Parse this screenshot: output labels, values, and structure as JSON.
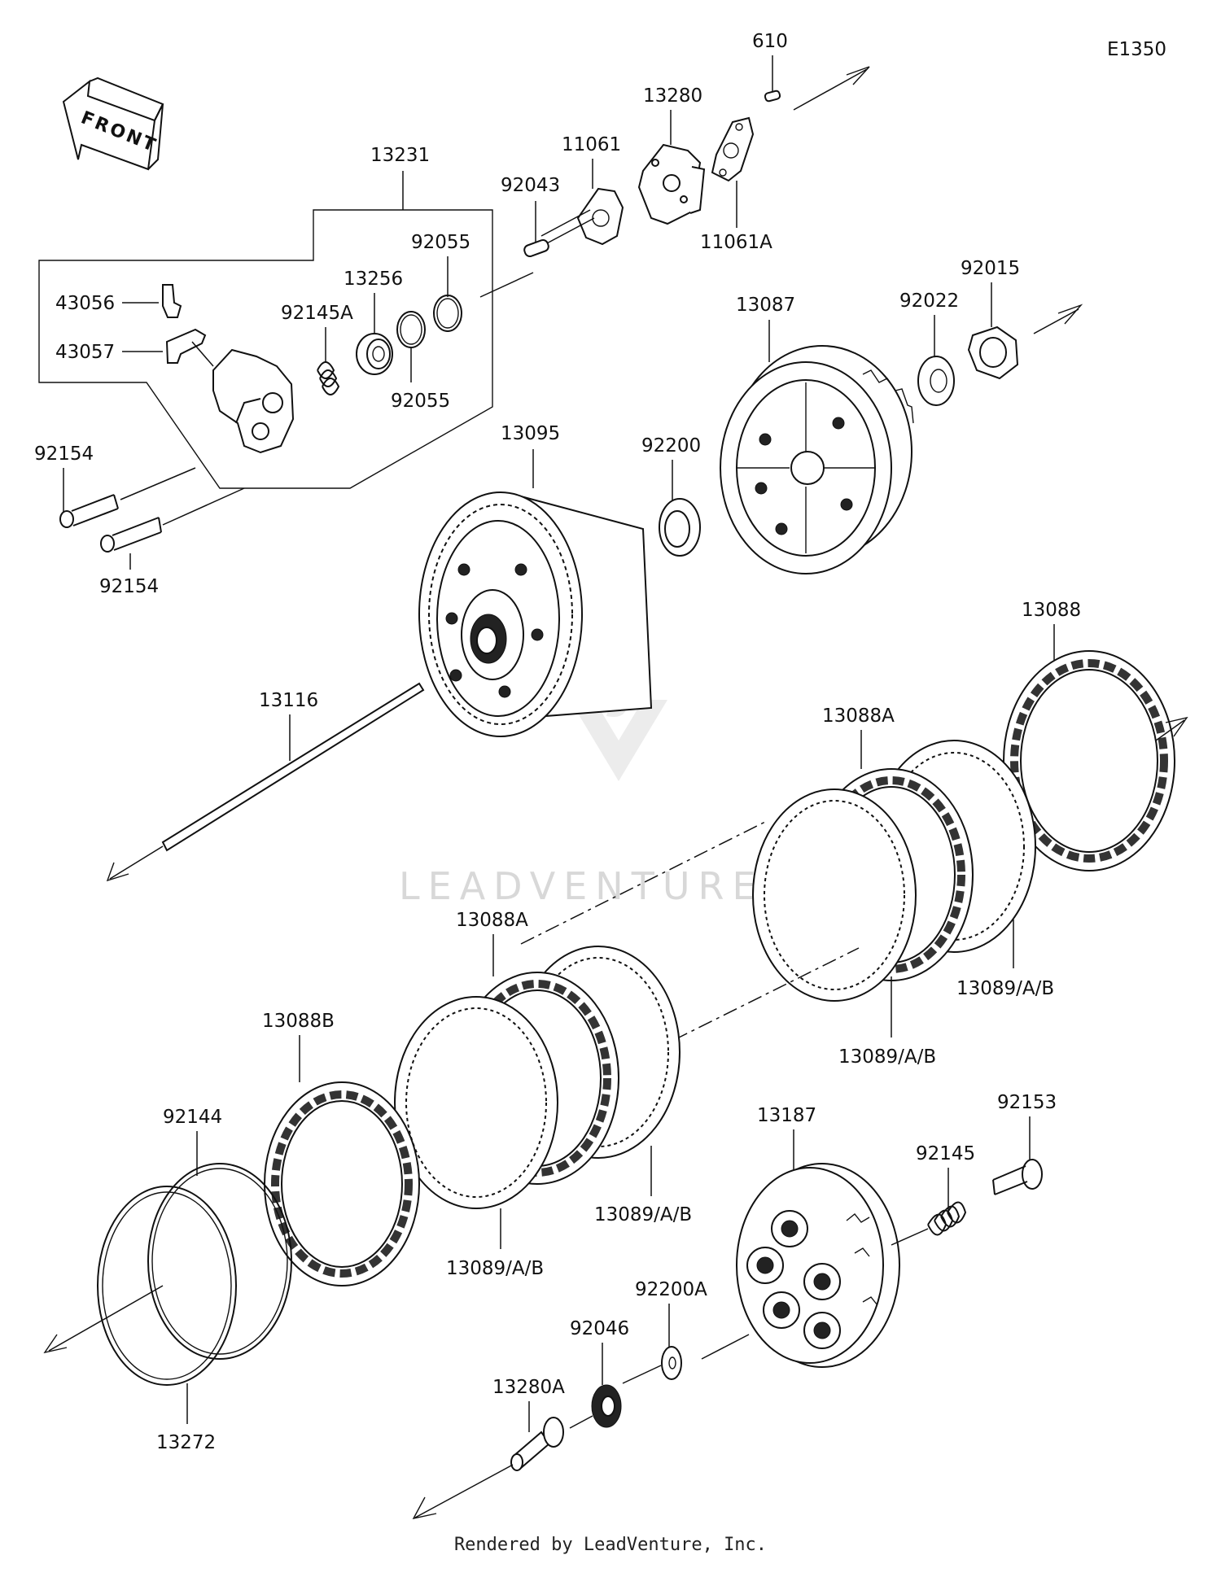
{
  "diagram_code": "E1350",
  "front_label": "FRONT",
  "watermark": "LEADVENTURE",
  "footer": "Rendered by LeadVenture, Inc.",
  "labels": {
    "p610": "610",
    "p13280": "13280",
    "p11061": "11061",
    "p92043": "92043",
    "p11061A": "11061A",
    "p13231": "13231",
    "p92055a": "92055",
    "p92055b": "92055",
    "p13256": "13256",
    "p92145A": "92145A",
    "p43056": "43056",
    "p43057": "43057",
    "p92154a": "92154",
    "p92154b": "92154",
    "p92015": "92015",
    "p92022": "92022",
    "p13087": "13087",
    "p13095": "13095",
    "p92200": "92200",
    "p13116": "13116",
    "p13088": "13088",
    "p13088A_top": "13088A",
    "p13088A_mid": "13088A",
    "p13089_1": "13089/A/B",
    "p13089_2": "13089/A/B",
    "p13089_3": "13089/A/B",
    "p13089_4": "13089/A/B",
    "p13088B": "13088B",
    "p92144": "92144",
    "p13272": "13272",
    "p13187": "13187",
    "p92153": "92153",
    "p92145": "92145",
    "p92200A": "92200A",
    "p92046": "92046",
    "p13280A": "13280A"
  }
}
